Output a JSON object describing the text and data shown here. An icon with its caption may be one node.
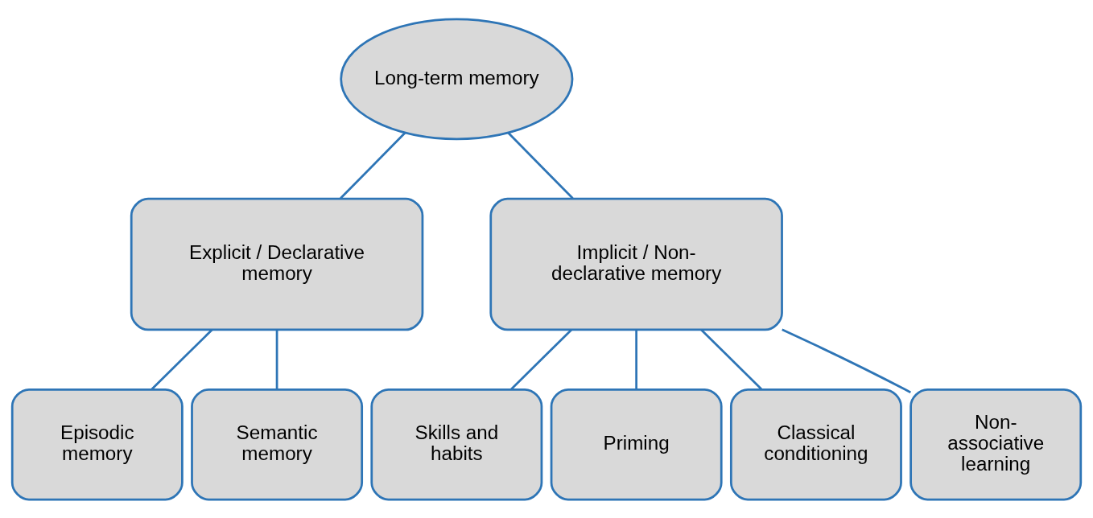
{
  "diagram": {
    "nodes": [
      {
        "text": [
          "Long-term memory"
        ]
      },
      {
        "text": [
          "Explicit / Declarative memory"
        ]
      },
      {
        "text": [
          "Implicit / Non-declarative memory"
        ]
      },
      {
        "text": [
          "Episodic memory"
        ]
      },
      {
        "text": [
          "Semantic memory"
        ]
      },
      {
        "text": [
          "Skills and habits"
        ]
      },
      {
        "text": [
          "Priming"
        ]
      },
      {
        "text": [
          "Classical conditioning"
        ]
      },
      {
        "text": [
          "Non-associative learning"
        ]
      }
    ],
    "edges": [
      {
        "from": 0,
        "to": 1,
        "arrow": "none"
      },
      {
        "from": 0,
        "to": 2,
        "arrow": "none"
      },
      {
        "from": 1,
        "to": 3,
        "arrow": "none"
      },
      {
        "from": 1,
        "to": 4,
        "arrow": "none"
      },
      {
        "from": 2,
        "to": 5,
        "arrow": "none"
      },
      {
        "from": 2,
        "to": 6,
        "arrow": "none"
      },
      {
        "from": 2,
        "to": 7,
        "arrow": "none"
      },
      {
        "from": 2,
        "to": 8,
        "arrow": "none"
      }
    ]
  }
}
